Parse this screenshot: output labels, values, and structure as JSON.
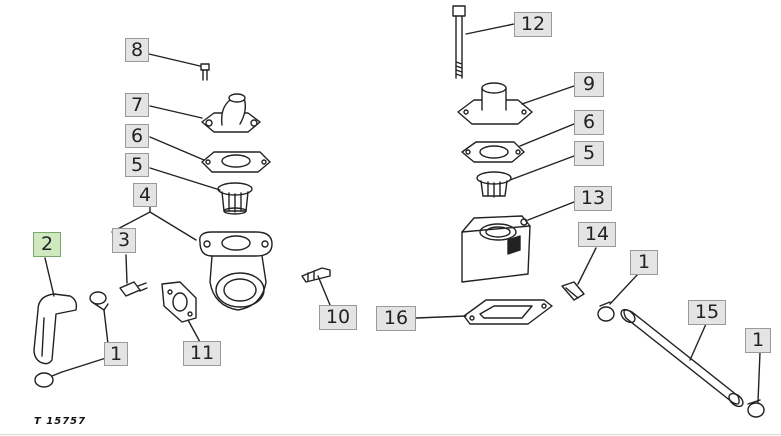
{
  "callouts": {
    "c8": "8",
    "c7": "7",
    "c6a": "6",
    "c5a": "5",
    "c4": "4",
    "c2": "2",
    "c3": "3",
    "c1a": "1",
    "c11": "11",
    "c10": "10",
    "c12": "12",
    "c9": "9",
    "c6b": "6",
    "c5b": "5",
    "c13": "13",
    "c14": "14",
    "c16": "16",
    "c1b": "1",
    "c15": "15",
    "c1c": "1"
  },
  "reference_code": "T 15757",
  "colors": {
    "callout_bg": "#e4e4e4",
    "callout_highlight": "#cfe8c0",
    "line": "#222222"
  }
}
